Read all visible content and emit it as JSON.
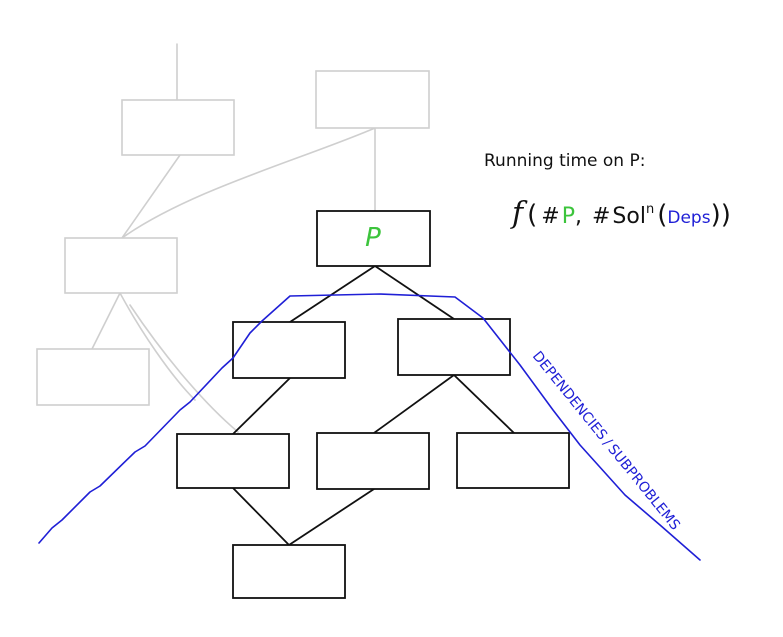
{
  "colors": {
    "ink": "#111111",
    "faded": "#cfcfcf",
    "blue": "#1f1fd6",
    "green": "#3cc43c"
  },
  "node_p": {
    "label": "P"
  },
  "annotation": {
    "line1": "Running time on P:",
    "f": "f",
    "open": "(",
    "hash1": "#",
    "p": "P",
    "comma": ",",
    "hash2": "#",
    "sol": "Sol",
    "sup": "n",
    "open2": "(",
    "deps": "Deps",
    "close": "))"
  },
  "side_label": {
    "part1": "DEPENDENCIES",
    "slash": "/",
    "part2": "SUBPROBLEMS"
  }
}
